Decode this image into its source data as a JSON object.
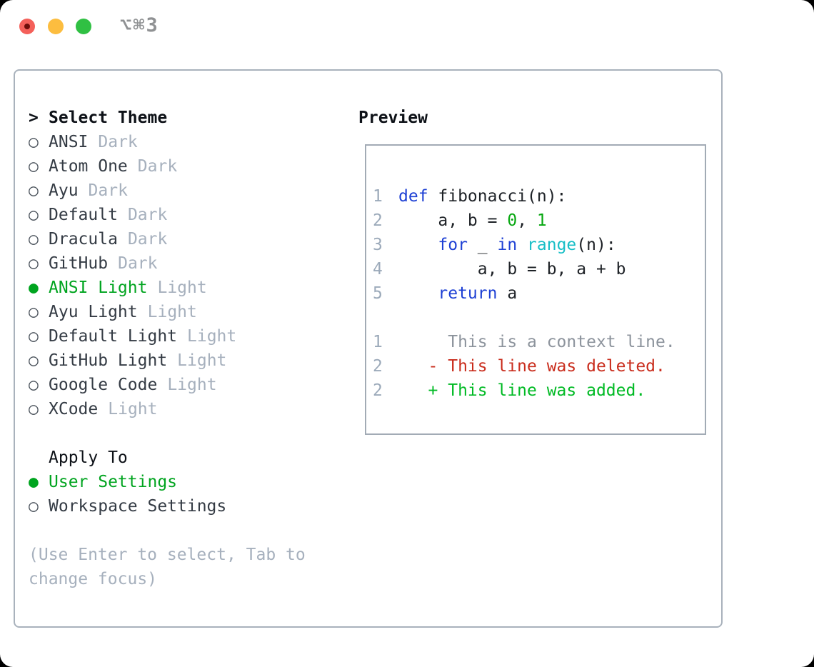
{
  "window": {
    "shortcut": "⌥⌘3"
  },
  "markers": {
    "header": ">",
    "selected": "●",
    "unselected": "○"
  },
  "colors": {
    "tl_red": "#f4605a",
    "tl_red_dot": "#6e0d09",
    "tl_yellow": "#fcbd3f",
    "tl_green": "#30c043",
    "shortcut": "#8f9193",
    "panel_border": "#a9b2bc",
    "preview_border": "#a2abb5",
    "header_text": "#0d1117",
    "item_text": "#343b44",
    "dim_text": "#a6b0bd",
    "circle": "#4a525b",
    "green_accent": "#00a41f",
    "line_num": "#9caaba",
    "code_text": "#1d2126",
    "kw_blue": "#1e40d4",
    "fn_cyan": "#16bec6",
    "num_green": "#06a710",
    "ctx_gray": "#8c939c",
    "del_red": "#c92c1c",
    "add_green": "#00ba24"
  },
  "theme_picker": {
    "header": "Select Theme",
    "items": [
      {
        "name": "ANSI",
        "variant": "Dark",
        "selected": false
      },
      {
        "name": "Atom One",
        "variant": "Dark",
        "selected": false
      },
      {
        "name": "Ayu",
        "variant": "Dark",
        "selected": false
      },
      {
        "name": "Default",
        "variant": "Dark",
        "selected": false
      },
      {
        "name": "Dracula",
        "variant": "Dark",
        "selected": false
      },
      {
        "name": "GitHub",
        "variant": "Dark",
        "selected": false
      },
      {
        "name": "ANSI Light",
        "variant": "Light",
        "selected": true
      },
      {
        "name": "Ayu Light",
        "variant": "Light",
        "selected": false
      },
      {
        "name": "Default Light",
        "variant": "Light",
        "selected": false
      },
      {
        "name": "GitHub Light",
        "variant": "Light",
        "selected": false
      },
      {
        "name": "Google Code",
        "variant": "Light",
        "selected": false
      },
      {
        "name": "XCode",
        "variant": "Light",
        "selected": false
      }
    ],
    "apply_to": {
      "header": "Apply To",
      "options": [
        {
          "label": "User Settings",
          "selected": true
        },
        {
          "label": "Workspace Settings",
          "selected": false
        }
      ]
    },
    "hint_line1": "(Use Enter to select, Tab to",
    "hint_line2": "change focus)"
  },
  "preview": {
    "header": "Preview",
    "code_lines": [
      {
        "num": "1",
        "tokens": [
          {
            "c": "kw",
            "t": "def"
          },
          {
            "c": "pl",
            "t": " fibonacci(n):"
          }
        ]
      },
      {
        "num": "2",
        "tokens": [
          {
            "c": "pl",
            "t": "    a, b = "
          },
          {
            "c": "gn",
            "t": "0"
          },
          {
            "c": "pl",
            "t": ", "
          },
          {
            "c": "gn",
            "t": "1"
          }
        ]
      },
      {
        "num": "3",
        "tokens": [
          {
            "c": "pl",
            "t": "    "
          },
          {
            "c": "kw",
            "t": "for"
          },
          {
            "c": "pl",
            "t": " _ "
          },
          {
            "c": "kw",
            "t": "in"
          },
          {
            "c": "pl",
            "t": " "
          },
          {
            "c": "cy",
            "t": "range"
          },
          {
            "c": "pl",
            "t": "(n):"
          }
        ]
      },
      {
        "num": "4",
        "tokens": [
          {
            "c": "pl",
            "t": "        a, b = b, a + b"
          }
        ]
      },
      {
        "num": "5",
        "tokens": [
          {
            "c": "pl",
            "t": "    "
          },
          {
            "c": "kw",
            "t": "return"
          },
          {
            "c": "pl",
            "t": " a"
          }
        ]
      }
    ],
    "diff_lines": [
      {
        "num": "1",
        "tokens": [
          {
            "c": "ctx",
            "t": "     This is a context line."
          }
        ]
      },
      {
        "num": "2",
        "tokens": [
          {
            "c": "del",
            "t": "   - This line was deleted."
          }
        ]
      },
      {
        "num": "2",
        "tokens": [
          {
            "c": "add",
            "t": "   + This line was added."
          }
        ]
      }
    ]
  }
}
